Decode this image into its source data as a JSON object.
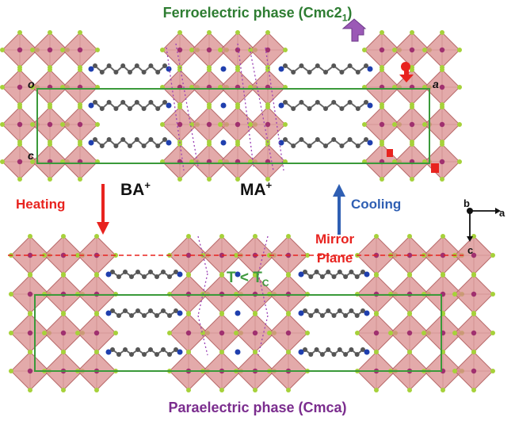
{
  "titles": {
    "ferroelectric": "Ferroelectric phase (Cmc2",
    "ferroelectric_sub": "1",
    "ferroelectric_close": ")",
    "paraelectric": "Paraelectric phase (Cmca)"
  },
  "arrows": {
    "heating": "Heating",
    "cooling": "Cooling",
    "heating_color": "#e8231f",
    "cooling_color": "#2f5fb3"
  },
  "mirror": {
    "line1": "Mirror",
    "line2": "Plane",
    "color": "#e8231f"
  },
  "ions": {
    "ba": "BA",
    "ma": "MA",
    "charge": "+"
  },
  "transition": {
    "t": "T < T",
    "sub": "C"
  },
  "axes": {
    "b": "b",
    "a": "a",
    "c": "c"
  },
  "cell_labels": {
    "o": "o",
    "a": "a",
    "c": "c"
  },
  "colors": {
    "octahedra": "#d98e8e",
    "octahedra_edge": "#b86a6a",
    "metal": "#a0306f",
    "halide": "#a6d13a",
    "nitrogen": "#1f3fae",
    "carbon": "#555555",
    "unit_cell": "#3a9a3a",
    "hbond": "#9a3fb5",
    "dipole_up": "#9b59b6",
    "dipole_red": "#e8231f"
  }
}
